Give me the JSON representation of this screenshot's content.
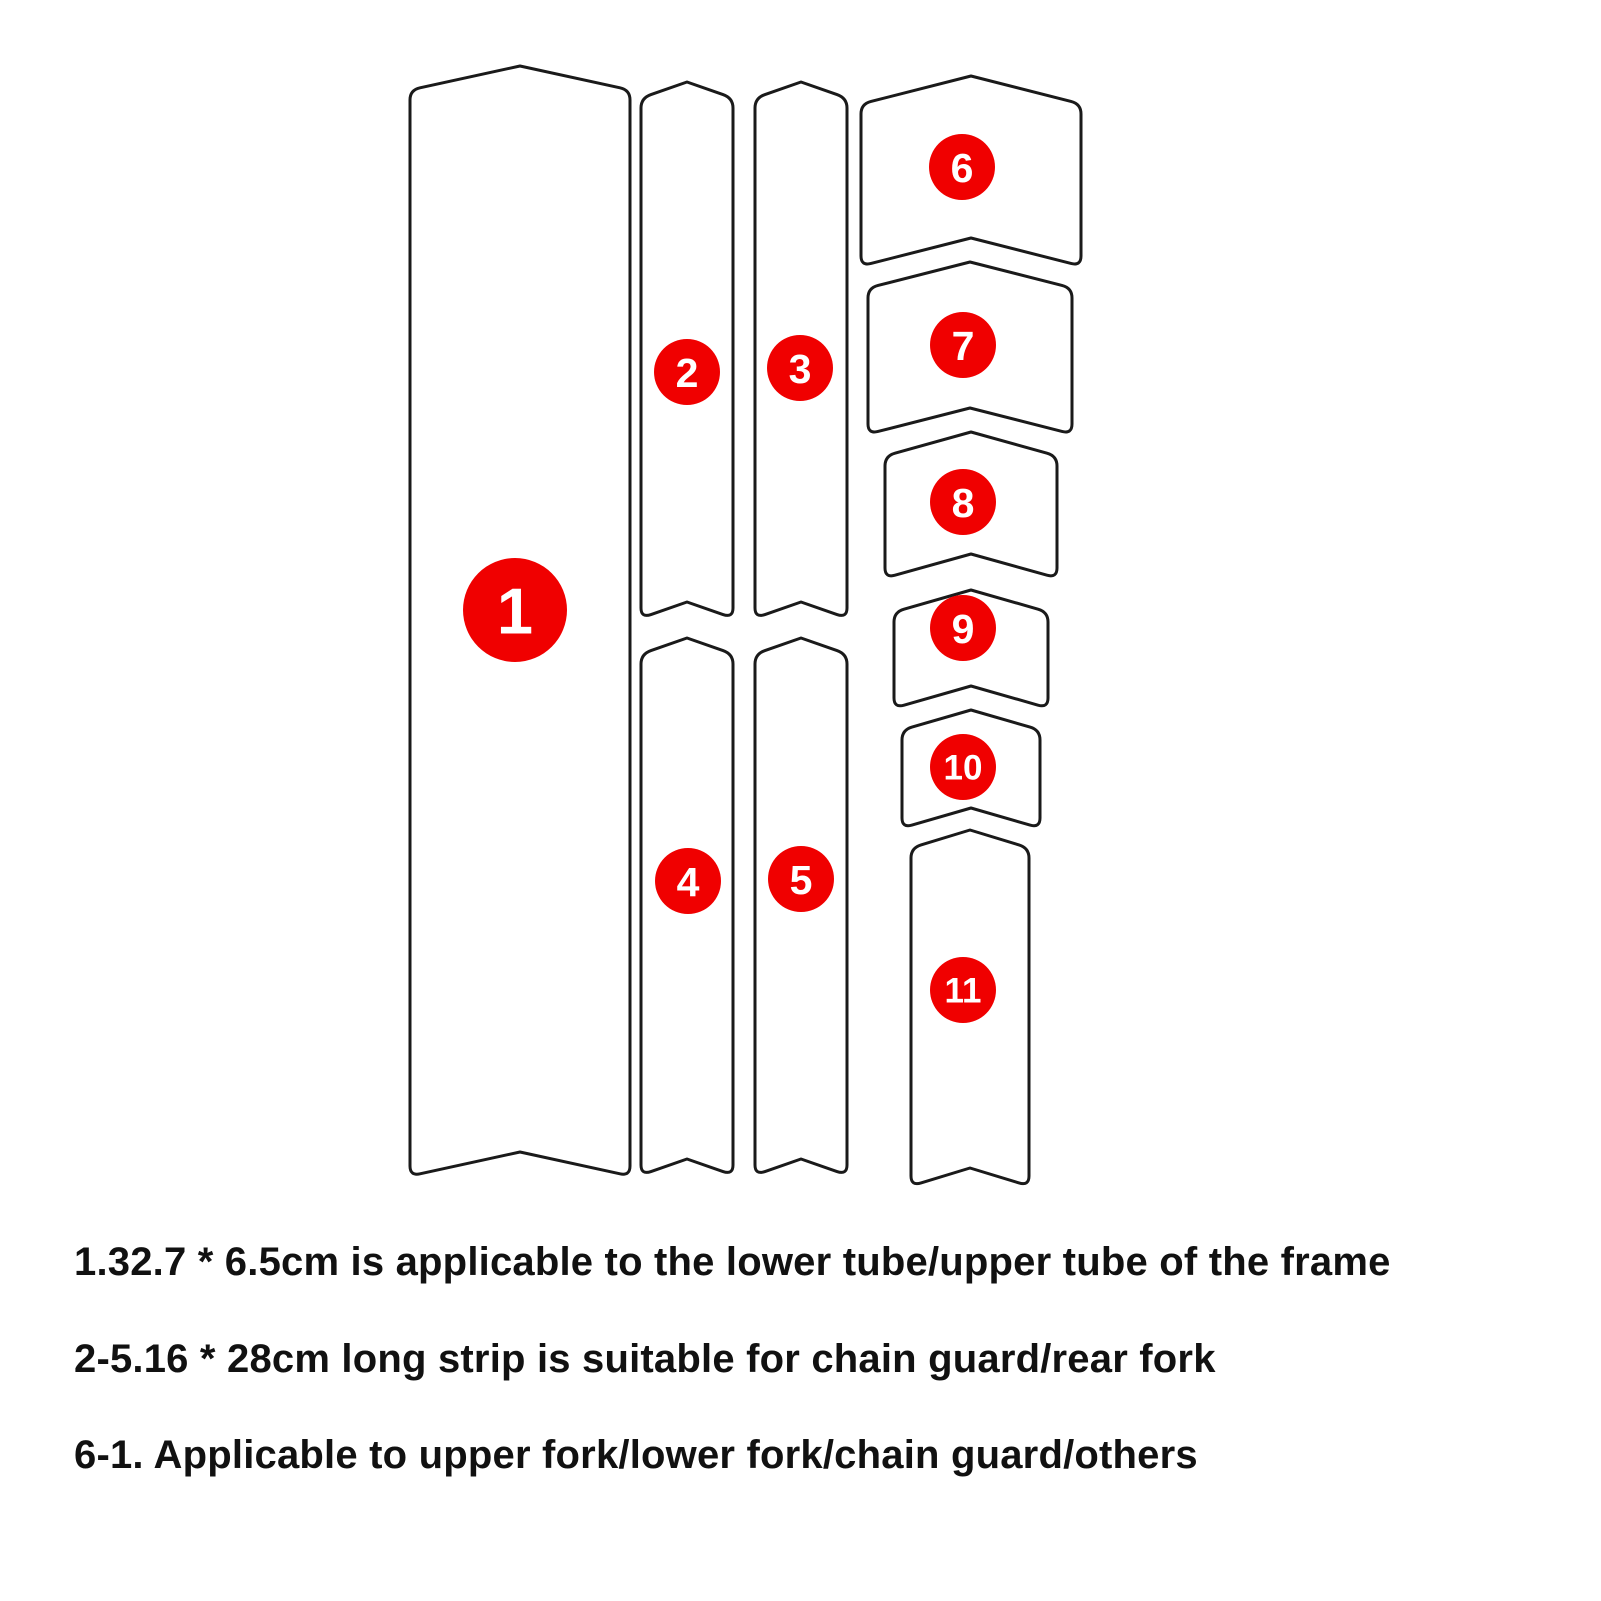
{
  "colors": {
    "badge": "#f00000",
    "badge_text": "#ffffff",
    "outline": "#1a1a1a",
    "text": "#111111"
  },
  "pieces": [
    {
      "id": "1",
      "label": "1"
    },
    {
      "id": "2",
      "label": "2"
    },
    {
      "id": "3",
      "label": "3"
    },
    {
      "id": "4",
      "label": "4"
    },
    {
      "id": "5",
      "label": "5"
    },
    {
      "id": "6",
      "label": "6"
    },
    {
      "id": "7",
      "label": "7"
    },
    {
      "id": "8",
      "label": "8"
    },
    {
      "id": "9",
      "label": "9"
    },
    {
      "id": "10",
      "label": "10"
    },
    {
      "id": "11",
      "label": "11"
    }
  ],
  "descriptions": [
    "1.32.7 * 6.5cm is applicable to the lower tube/upper tube of the frame",
    "2-5.16 * 28cm long strip is suitable for chain guard/rear fork",
    "6-1. Applicable to upper fork/lower fork/chain guard/others"
  ]
}
